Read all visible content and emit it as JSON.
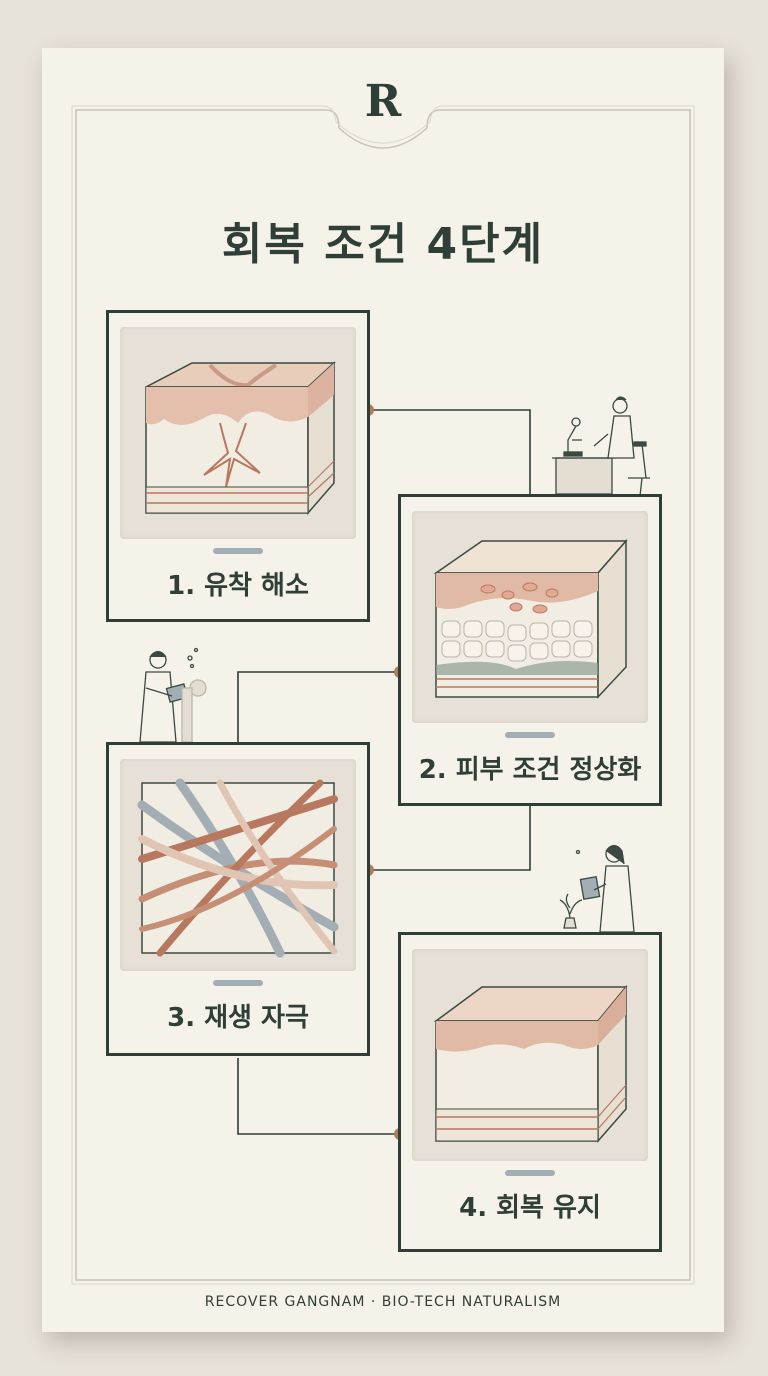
{
  "logo": {
    "letter": "R"
  },
  "title": "회복 조건 4단계",
  "steps": [
    {
      "label": "1. 유착 해소"
    },
    {
      "label": "2. 피부 조건 정상화"
    },
    {
      "label": "3. 재생 자극"
    },
    {
      "label": "4. 회복 유지"
    }
  ],
  "footer": "RECOVER GANGNAM · BIO-TECH NATURALISM",
  "colors": {
    "ink": "#2f3f37",
    "connector-dot": "#b47a5e",
    "panel": "#e6e0d6",
    "paper": "#f5f2e9"
  }
}
